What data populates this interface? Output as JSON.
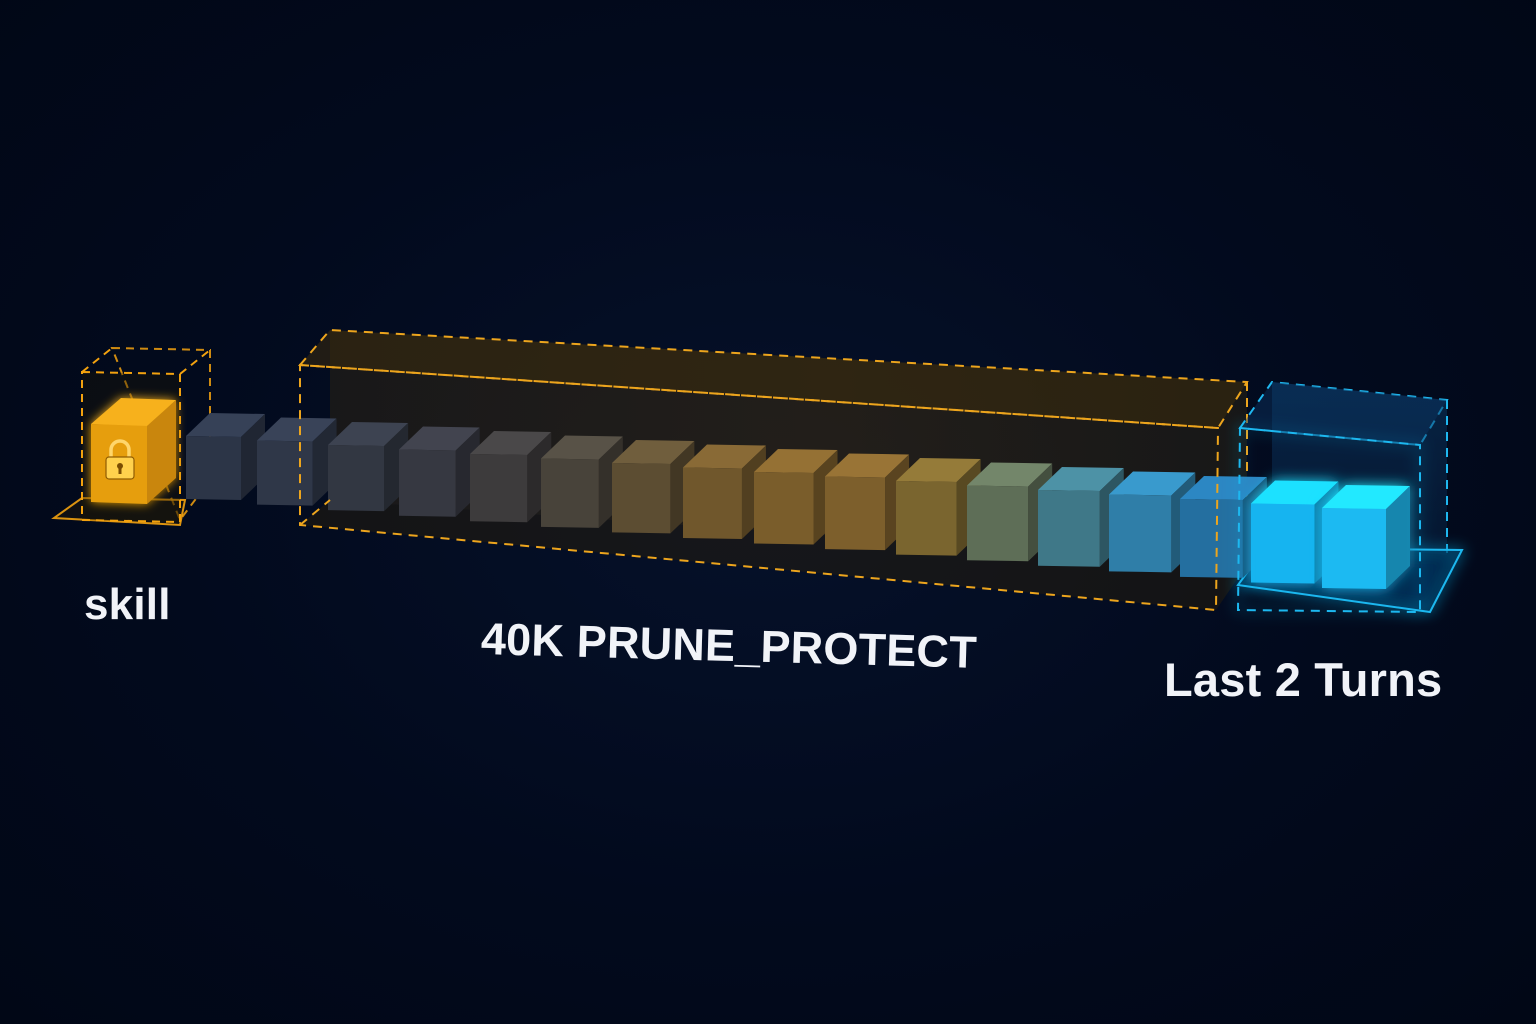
{
  "labels": {
    "skill": "skill",
    "prune_protect": "40K PRUNE_PROTECT",
    "last_turns": "Last 2 Turns"
  },
  "icons": {
    "skill_block": "lock-icon"
  },
  "colors": {
    "background": "#01091c",
    "skill_accent": "#f5a70d",
    "prune_accent": "#e8a41c",
    "recent_accent": "#1fb8f0",
    "label_text": "#f1f3f8"
  },
  "diagram": {
    "block_count": 18,
    "groups": [
      {
        "name": "skill",
        "blocks": 1
      },
      {
        "name": "prune_protect",
        "blocks": 15
      },
      {
        "name": "last_turns",
        "blocks": 2
      }
    ]
  }
}
